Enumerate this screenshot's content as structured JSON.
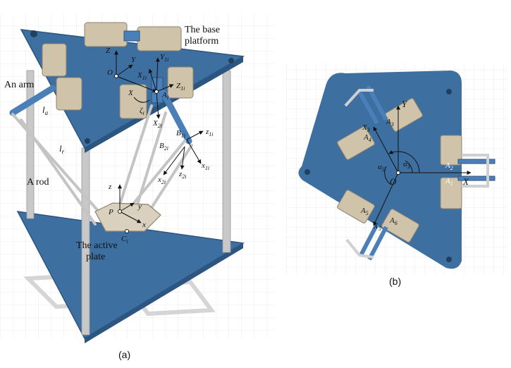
{
  "panel_a": {
    "caption": "(a)",
    "labels": {
      "base_platform_1": "The base",
      "base_platform_2": "platform",
      "arm": "An arm",
      "rod": "A rod",
      "active_plate_1": "The active",
      "active_plate_2": "plate",
      "la": "l",
      "la_sub": "a",
      "lr": "l",
      "lr_sub": "r",
      "Z": "Z",
      "Y": "Y",
      "X": "X",
      "O": "O",
      "Y1i": "Y",
      "Y1i_sub": "1i",
      "X1i": "X",
      "X1i_sub": "1i",
      "Ai": "A",
      "Ai_sub": "i",
      "Z1i": "Z",
      "Z1i_sub": "1i",
      "zeta": "ζ",
      "zeta_sub": "i",
      "X2i": "X",
      "X2i_sub": "2i",
      "Bi": "B",
      "Bi_sub": "1i",
      "z1i": "z",
      "z1i_sub": "1i",
      "B2i": "B",
      "B2i_sub": "2i",
      "x1i": "x",
      "x1i_sub": "1i",
      "z2i": "z",
      "z2i_sub": "2i",
      "x2i": "x",
      "x2i_sub": "2i",
      "z": "z",
      "y": "y",
      "x": "x",
      "P": "P",
      "Ci": "C",
      "Ci_sub": "i"
    }
  },
  "panel_b": {
    "caption": "(b)",
    "labels": {
      "Y": "Y",
      "X": "X",
      "O": "O",
      "A1": "A",
      "A1_sub": "1",
      "A2": "A",
      "A2_sub": "2",
      "A3": "A",
      "A3_sub": "3",
      "A4": "A",
      "A4_sub": "4",
      "A5": "A",
      "A5_sub": "5",
      "A6": "A",
      "A6_sub": "6",
      "X3": "X",
      "X3_sub": "3",
      "X5": "X",
      "X5_sub": "5",
      "alpha3": "α",
      "alpha3_sub": "3",
      "alpha5": "α",
      "alpha5_sub": "5"
    }
  },
  "colors": {
    "plate_blue": "#3d6fa0",
    "plate_dark": "#2c5580",
    "arm_blue": "#4a7fb8",
    "motor_tan": "#cfc3aa",
    "motor_dark": "#9c927e",
    "rod_gray": "#c8c8c8",
    "grid": "#e4e4e4"
  }
}
